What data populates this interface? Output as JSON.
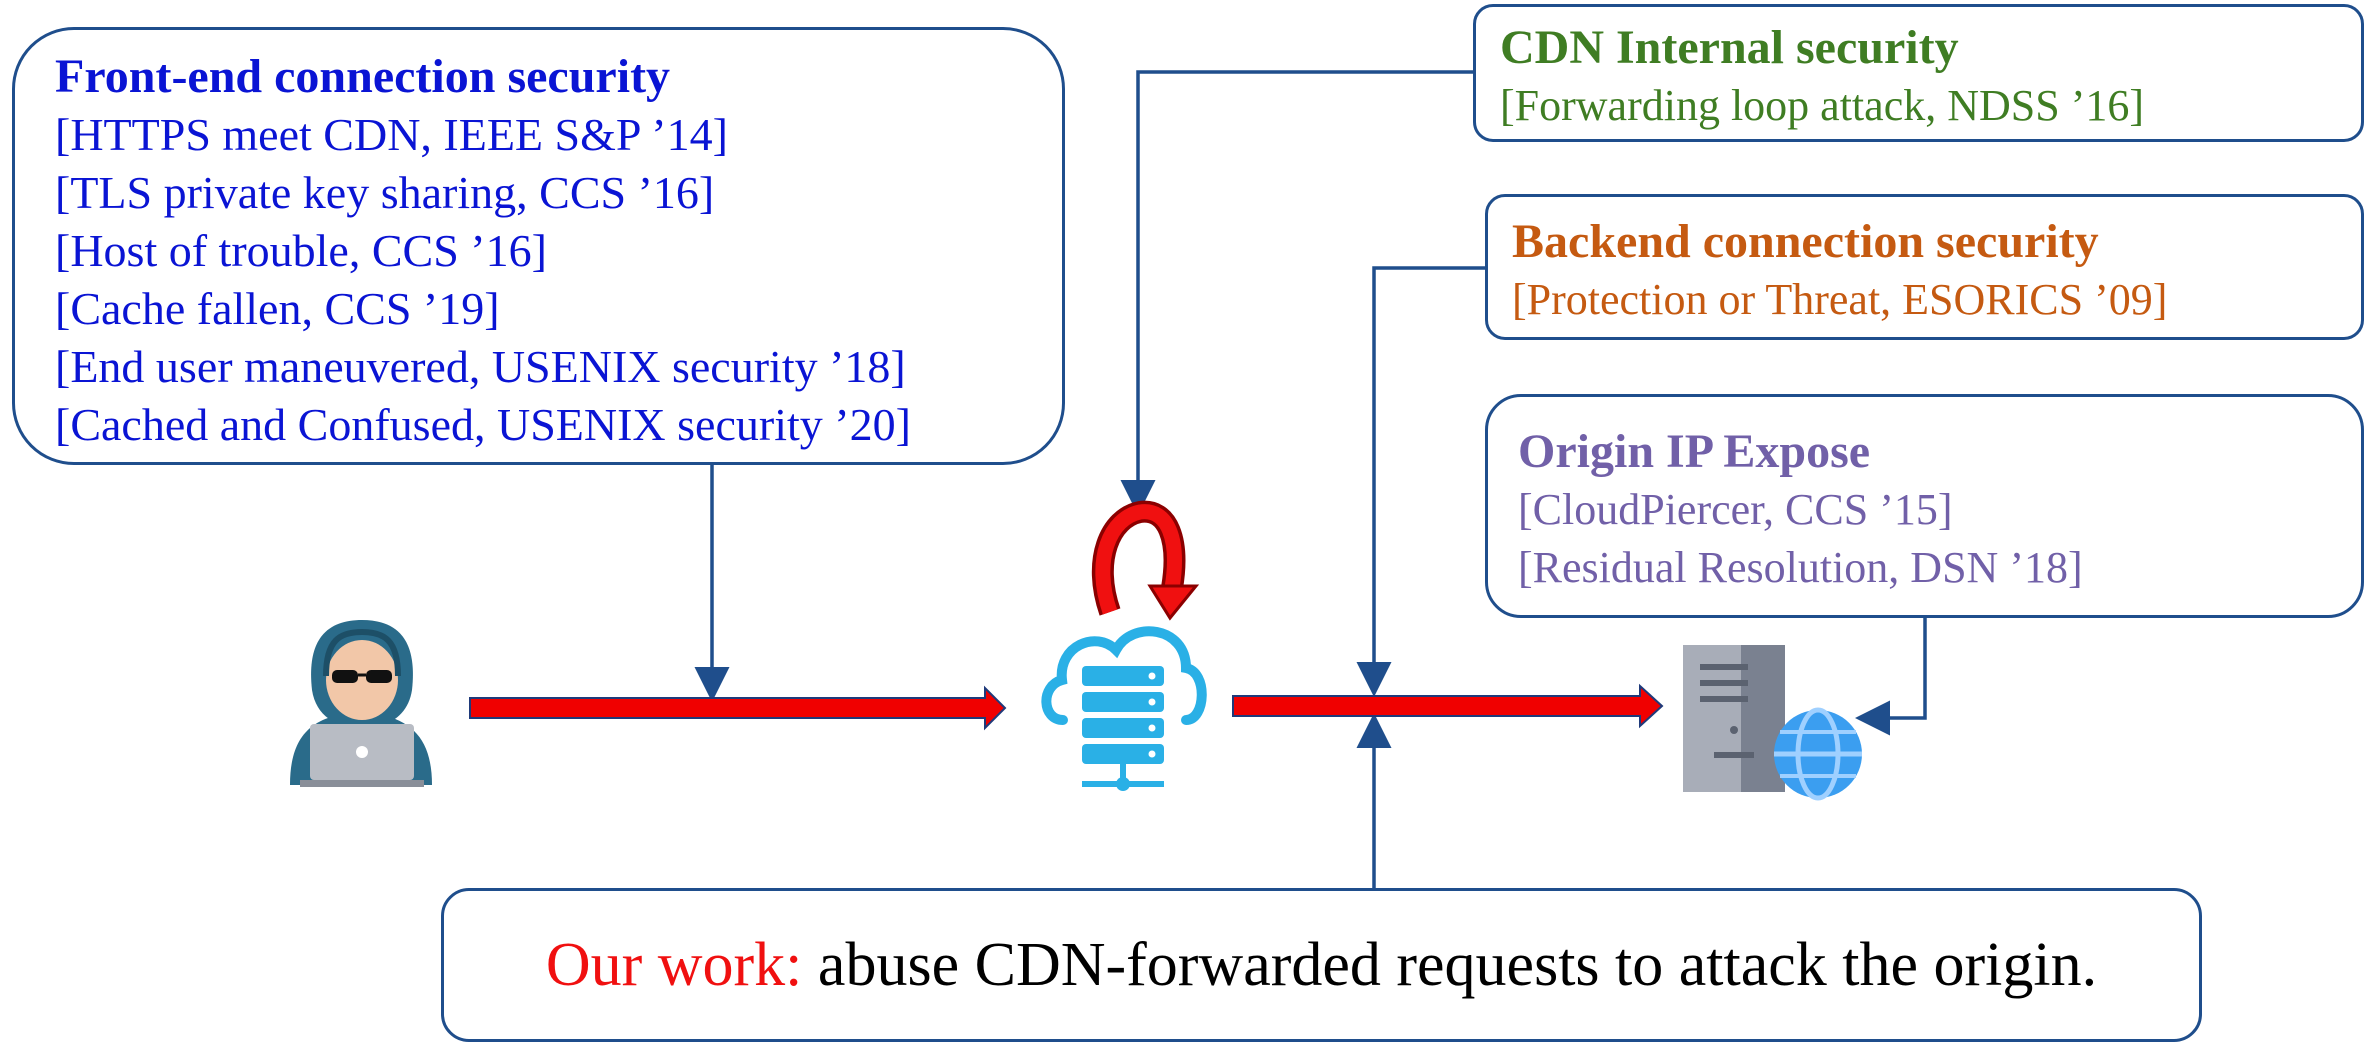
{
  "colors": {
    "connector": "#1f4e8c",
    "flow_arrow_fill": "#f00000",
    "flow_arrow_stroke": "#1f3a7a",
    "frontend": "#0a14d4",
    "cdn_internal": "#3f7d23",
    "backend": "#c55a11",
    "origin": "#7160a8",
    "our_work_label": "#f01010",
    "cloud_server": "#2ab0e6",
    "attacker_hood": "#2a6b8a",
    "origin_server": "#a8adb8",
    "globe": "#3b9ef0"
  },
  "frontend": {
    "title": "Front-end connection security",
    "refs": [
      "[HTTPS meet CDN, IEEE S&P ’14]",
      "[TLS private key sharing, CCS ’16]",
      "[Host of trouble, CCS ’16]",
      "[Cache fallen, CCS ’19]",
      "[End user maneuvered, USENIX security ’18]",
      "[Cached and Confused, USENIX security ’20]"
    ]
  },
  "cdn_internal": {
    "title": "CDN Internal security",
    "refs": [
      "[Forwarding loop attack, NDSS ’16]"
    ]
  },
  "backend": {
    "title": "Backend connection security",
    "refs": [
      "[Protection or Threat, ESORICS ’09]"
    ]
  },
  "origin": {
    "title": "Origin IP Expose",
    "refs": [
      "[CloudPiercer, CCS ’15]",
      "[Residual Resolution, DSN ’18]"
    ]
  },
  "our_work": {
    "label": "Our work:",
    "text": "abuse CDN-forwarded requests to attack the origin."
  },
  "icons": {
    "attacker": "hooded-hacker-laptop-icon",
    "cdn": "cloud-server-icon",
    "origin_server": "server-globe-icon",
    "loop": "loop-arrow-icon"
  }
}
